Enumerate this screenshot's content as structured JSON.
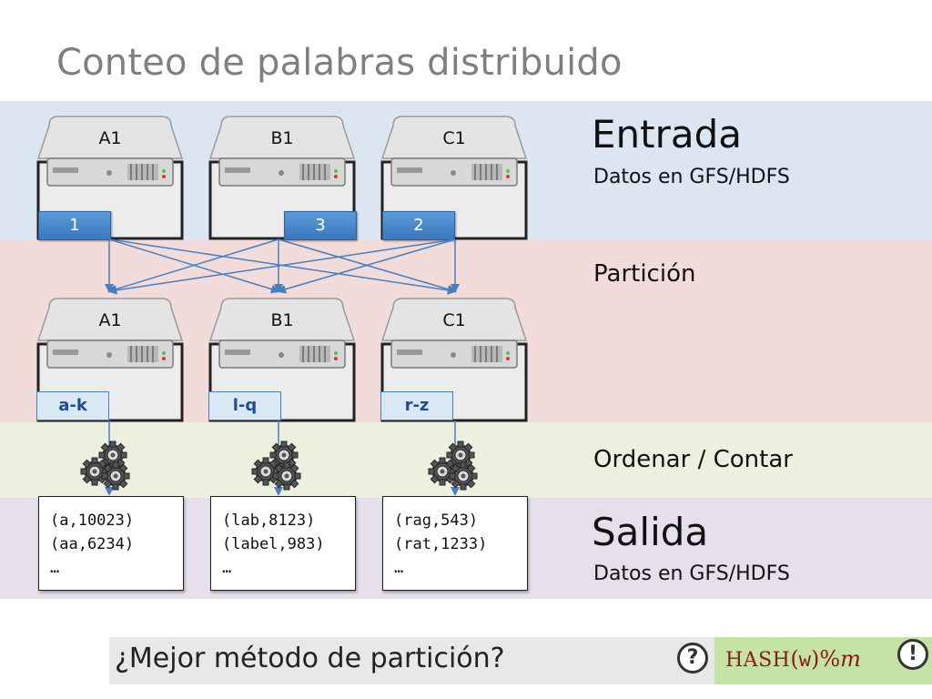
{
  "title": "Conteo de palabras distribuido",
  "stages": {
    "entrada": {
      "title": "Entrada",
      "subtitle": "Datos en GFS/HDFS"
    },
    "particion": {
      "title": "Partición"
    },
    "ordenar": {
      "title": "Ordenar / Contar"
    },
    "salida": {
      "title": "Salida",
      "subtitle": "Datos en GFS/HDFS"
    }
  },
  "input_servers": [
    {
      "name": "A1",
      "block": "1"
    },
    {
      "name": "B1",
      "block": "3"
    },
    {
      "name": "C1",
      "block": "2"
    }
  ],
  "partition_servers": [
    {
      "name": "A1",
      "range": "a-k"
    },
    {
      "name": "B1",
      "range": "l-q"
    },
    {
      "name": "C1",
      "range": "r-z"
    }
  ],
  "outputs": [
    {
      "lines": [
        "(a,10023)",
        "(aa,6234)",
        "…"
      ]
    },
    {
      "lines": [
        "(lab,8123)",
        "(label,983)",
        "…"
      ]
    },
    {
      "lines": [
        "(rag,543)",
        "(rat,1233)",
        "…"
      ]
    }
  ],
  "question": {
    "text": "¿Mejor método de partición?",
    "icon": "question-mark-icon"
  },
  "answer": {
    "hash": "HASH",
    "open": "(",
    "arg": "w",
    "close": ")",
    "op": "%",
    "mod": "m",
    "icon": "exclamation-mark-icon"
  },
  "colors": {
    "entrada_band": "#dce6f2",
    "particion_band": "#f2dcdb",
    "ordenar_band": "#ebf1de",
    "salida_band": "#e6e0ec",
    "arrow": "#4a7ebb",
    "answer_bg": "#c4e3a5",
    "answer_text": "#8b1a1a"
  }
}
